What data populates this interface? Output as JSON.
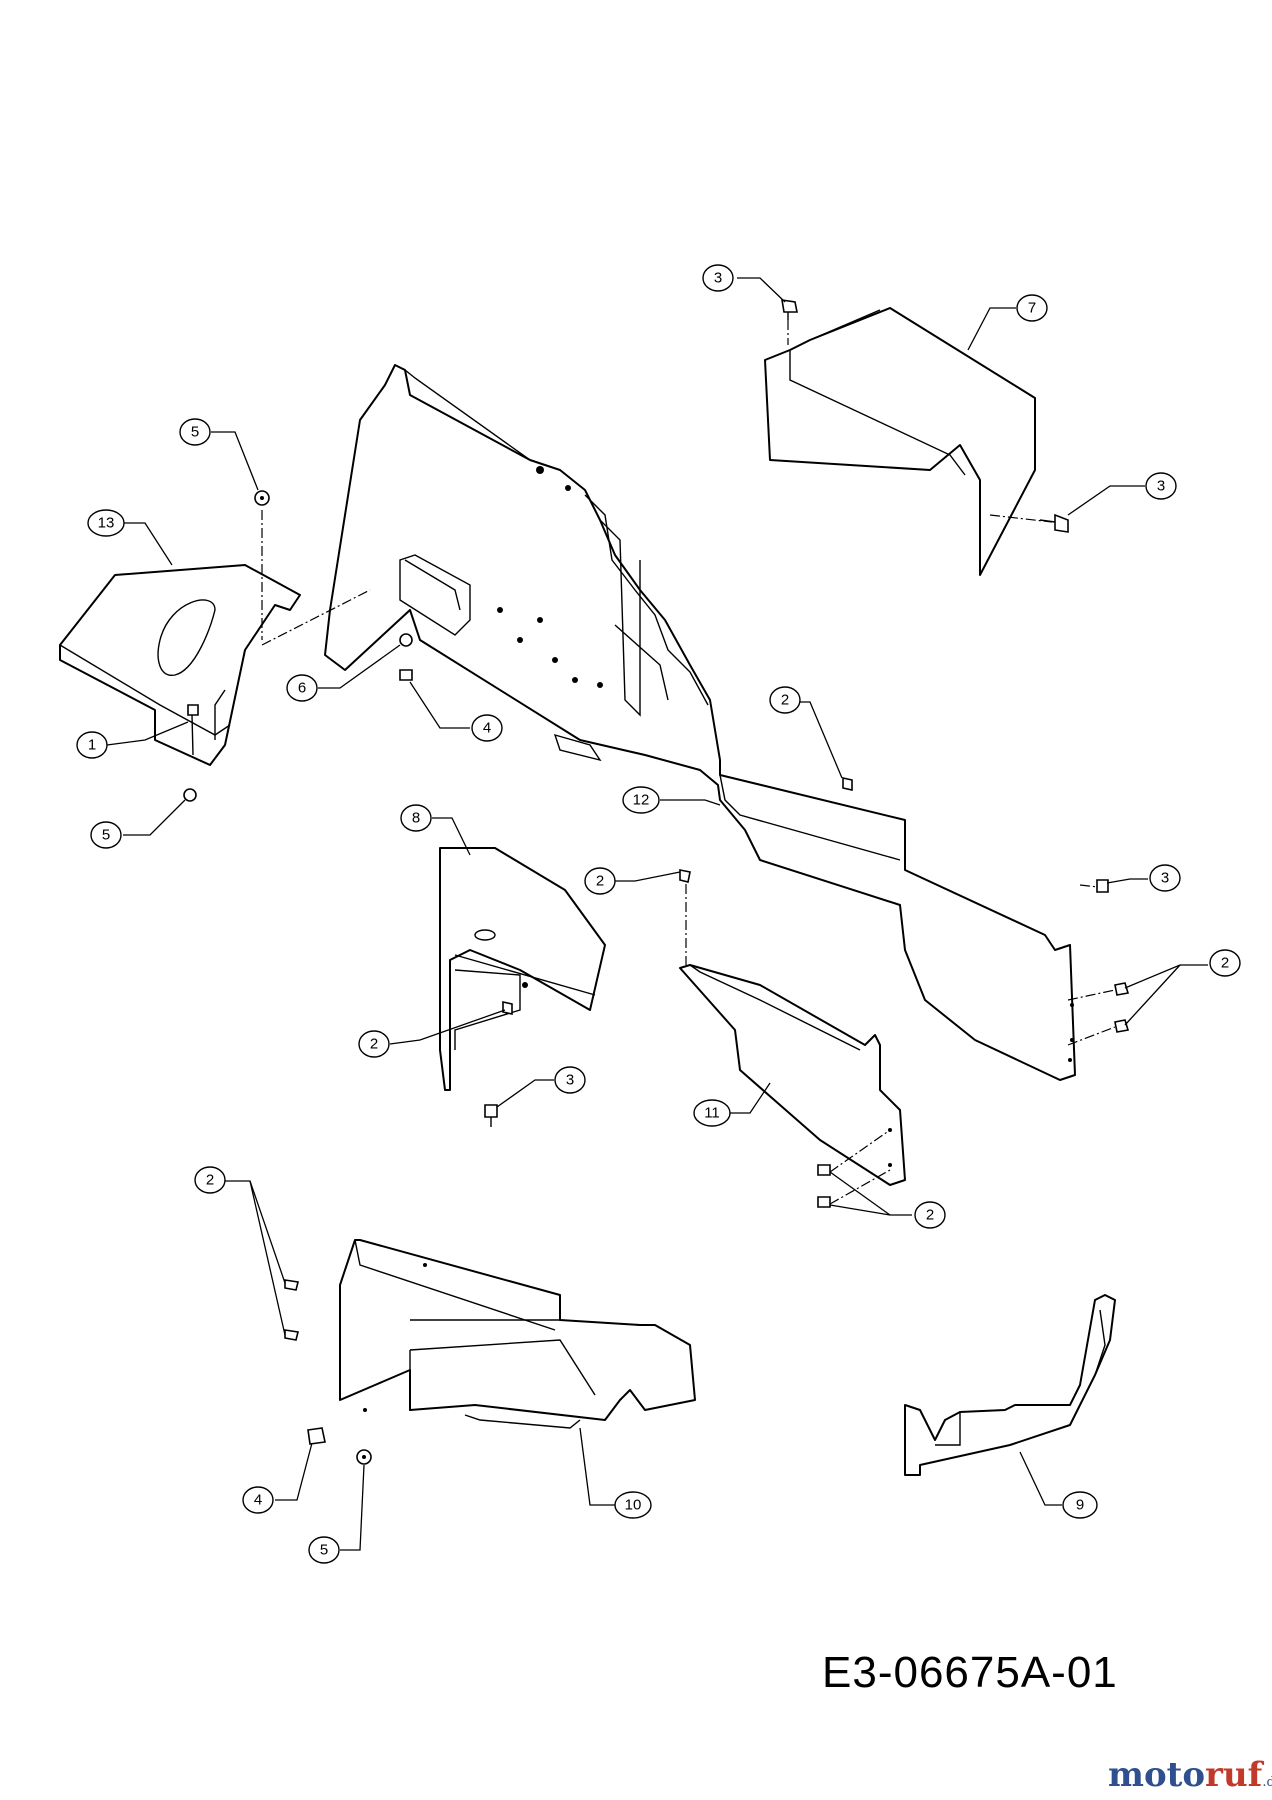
{
  "diagram": {
    "drawing_number": "E3-06675A-01",
    "watermark": {
      "name_a": "moto",
      "name_b": "ruf",
      "suffix": ".de"
    },
    "callouts": [
      {
        "id": "c1",
        "label": "1"
      },
      {
        "id": "c2a",
        "label": "2"
      },
      {
        "id": "c2b",
        "label": "2"
      },
      {
        "id": "c2c",
        "label": "2"
      },
      {
        "id": "c2d",
        "label": "2"
      },
      {
        "id": "c2e",
        "label": "2"
      },
      {
        "id": "c2f",
        "label": "2"
      },
      {
        "id": "c3a",
        "label": "3"
      },
      {
        "id": "c3b",
        "label": "3"
      },
      {
        "id": "c3c",
        "label": "3"
      },
      {
        "id": "c3d",
        "label": "3"
      },
      {
        "id": "c4a",
        "label": "4"
      },
      {
        "id": "c4b",
        "label": "4"
      },
      {
        "id": "c5a",
        "label": "5"
      },
      {
        "id": "c5b",
        "label": "5"
      },
      {
        "id": "c5c",
        "label": "5"
      },
      {
        "id": "c6",
        "label": "6"
      },
      {
        "id": "c7",
        "label": "7"
      },
      {
        "id": "c8",
        "label": "8"
      },
      {
        "id": "c9",
        "label": "9"
      },
      {
        "id": "c10",
        "label": "10"
      },
      {
        "id": "c11",
        "label": "11"
      },
      {
        "id": "c12",
        "label": "12"
      },
      {
        "id": "c13",
        "label": "13"
      }
    ]
  }
}
